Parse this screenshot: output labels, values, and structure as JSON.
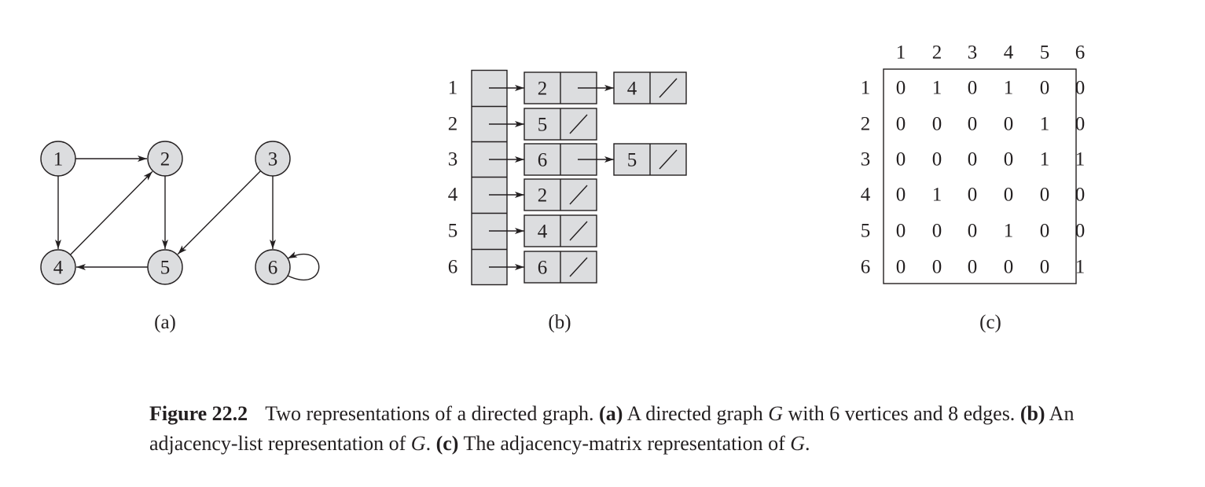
{
  "graph": {
    "vertices": [
      "1",
      "2",
      "3",
      "4",
      "5",
      "6"
    ],
    "edges": [
      [
        "1",
        "2"
      ],
      [
        "1",
        "4"
      ],
      [
        "2",
        "5"
      ],
      [
        "3",
        "5"
      ],
      [
        "3",
        "6"
      ],
      [
        "4",
        "2"
      ],
      [
        "5",
        "4"
      ],
      [
        "6",
        "6"
      ]
    ],
    "label": "(a)"
  },
  "adjacency_list": {
    "rows": [
      {
        "vertex": "1",
        "list": [
          "2",
          "4"
        ]
      },
      {
        "vertex": "2",
        "list": [
          "5"
        ]
      },
      {
        "vertex": "3",
        "list": [
          "6",
          "5"
        ]
      },
      {
        "vertex": "4",
        "list": [
          "2"
        ]
      },
      {
        "vertex": "5",
        "list": [
          "4"
        ]
      },
      {
        "vertex": "6",
        "list": [
          "6"
        ]
      }
    ],
    "label": "(b)"
  },
  "adjacency_matrix": {
    "col_headers": [
      "1",
      "2",
      "3",
      "4",
      "5",
      "6"
    ],
    "row_headers": [
      "1",
      "2",
      "3",
      "4",
      "5",
      "6"
    ],
    "values": [
      [
        "0",
        "1",
        "0",
        "1",
        "0",
        "0"
      ],
      [
        "0",
        "0",
        "0",
        "0",
        "1",
        "0"
      ],
      [
        "0",
        "0",
        "0",
        "0",
        "1",
        "1"
      ],
      [
        "0",
        "1",
        "0",
        "0",
        "0",
        "0"
      ],
      [
        "0",
        "0",
        "0",
        "1",
        "0",
        "0"
      ],
      [
        "0",
        "0",
        "0",
        "0",
        "0",
        "1"
      ]
    ],
    "label": "(c)"
  },
  "caption": {
    "figure_number": "Figure 22.2",
    "text_1": "Two representations of a directed graph.",
    "tag_a": "(a)",
    "text_2": "A directed graph",
    "symbol_g1": "G",
    "text_3": "with 6 vertices and 8 edges.",
    "tag_b": "(b)",
    "text_4": "An adjacency-list representation of",
    "symbol_g2": "G",
    "period_1": ".",
    "tag_c": "(c)",
    "text_5": "The adjacency-matrix representation of",
    "symbol_g3": "G",
    "period_2": "."
  },
  "colors": {
    "node_fill": "#dcdddf",
    "box_fill": "#dcdddf",
    "stroke": "#231f20"
  }
}
